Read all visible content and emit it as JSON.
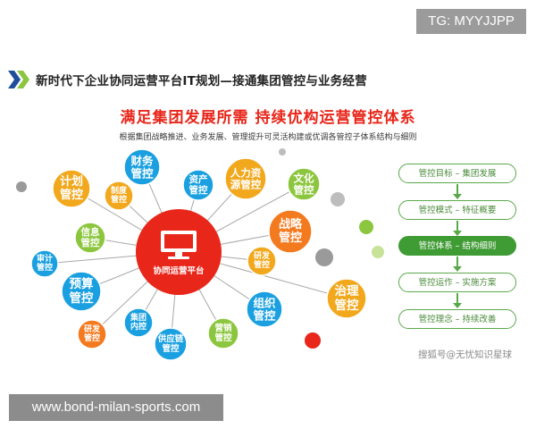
{
  "watermark": {
    "tg": "TG: MYYJJPP",
    "site": "www.bond-milan-sports.com",
    "source": "搜狐号@无忧知识星球"
  },
  "header": {
    "title": "新时代下企业协同运营平台IT规划—接通集团管控与业务经营"
  },
  "headline": "满足集团发展所需  持续优构运营管控体系",
  "subtitle": "根据集团战略推进、业务发展、管理提升可灵活构建或优调各管控子体系结构与细则",
  "hub": {
    "label": "协同运营平台",
    "color": "#e8261a",
    "icon": "monitor-icon"
  },
  "nodes": [
    {
      "id": "jihua",
      "lines": [
        "计划",
        "管控"
      ],
      "color": "#f2a81d"
    },
    {
      "id": "zhidu",
      "lines": [
        "制度",
        "管控"
      ],
      "color": "#f2a81d"
    },
    {
      "id": "caiwu",
      "lines": [
        "财务",
        "管控"
      ],
      "color": "#1aa0e0"
    },
    {
      "id": "zichan",
      "lines": [
        "资产",
        "管控"
      ],
      "color": "#1aa0e0"
    },
    {
      "id": "renli",
      "lines": [
        "人力资",
        "源管控"
      ],
      "color": "#f2a81d"
    },
    {
      "id": "wenhua",
      "lines": [
        "文化",
        "管控"
      ],
      "color": "#8cc63e"
    },
    {
      "id": "xinxi",
      "lines": [
        "信息",
        "管控"
      ],
      "color": "#8cc63e"
    },
    {
      "id": "zhanlue",
      "lines": [
        "战略",
        "管控"
      ],
      "color": "#f47a20"
    },
    {
      "id": "shenji",
      "lines": [
        "审计",
        "管控"
      ],
      "color": "#1aa0e0"
    },
    {
      "id": "yansuan",
      "lines": [
        "预算",
        "管控"
      ],
      "color": "#1aa0e0"
    },
    {
      "id": "yanfa1",
      "lines": [
        "研发",
        "管控"
      ],
      "color": "#f2a81d"
    },
    {
      "id": "yanfa2",
      "lines": [
        "研发",
        "管控"
      ],
      "color": "#f47a20"
    },
    {
      "id": "zhili",
      "lines": [
        "治理",
        "管控"
      ],
      "color": "#f2a81d"
    },
    {
      "id": "zuzhi",
      "lines": [
        "组织",
        "管控"
      ],
      "color": "#1aa0e0"
    },
    {
      "id": "jituan",
      "lines": [
        "集团",
        "内控"
      ],
      "color": "#1aa0e0"
    },
    {
      "id": "gongying",
      "lines": [
        "供应链",
        "管控"
      ],
      "color": "#1aa0e0"
    },
    {
      "id": "yingxiao",
      "lines": [
        "营销",
        "管控"
      ],
      "color": "#8cc63e"
    }
  ],
  "decor_colors": {
    "gray": "#9a9a9a",
    "green": "#8cc63e",
    "red": "#e8261a",
    "light_green": "#c9e29a",
    "gray_light": "#bdbdbd"
  },
  "steps": [
    {
      "label": "管控目标 – 集团发展",
      "active": false
    },
    {
      "label": "管控模式 – 特征概要",
      "active": false
    },
    {
      "label": "管控体系 – 结构细则",
      "active": true
    },
    {
      "label": "管控运作 – 实施方案",
      "active": false
    },
    {
      "label": "管控理念 – 持续改善",
      "active": false
    }
  ]
}
